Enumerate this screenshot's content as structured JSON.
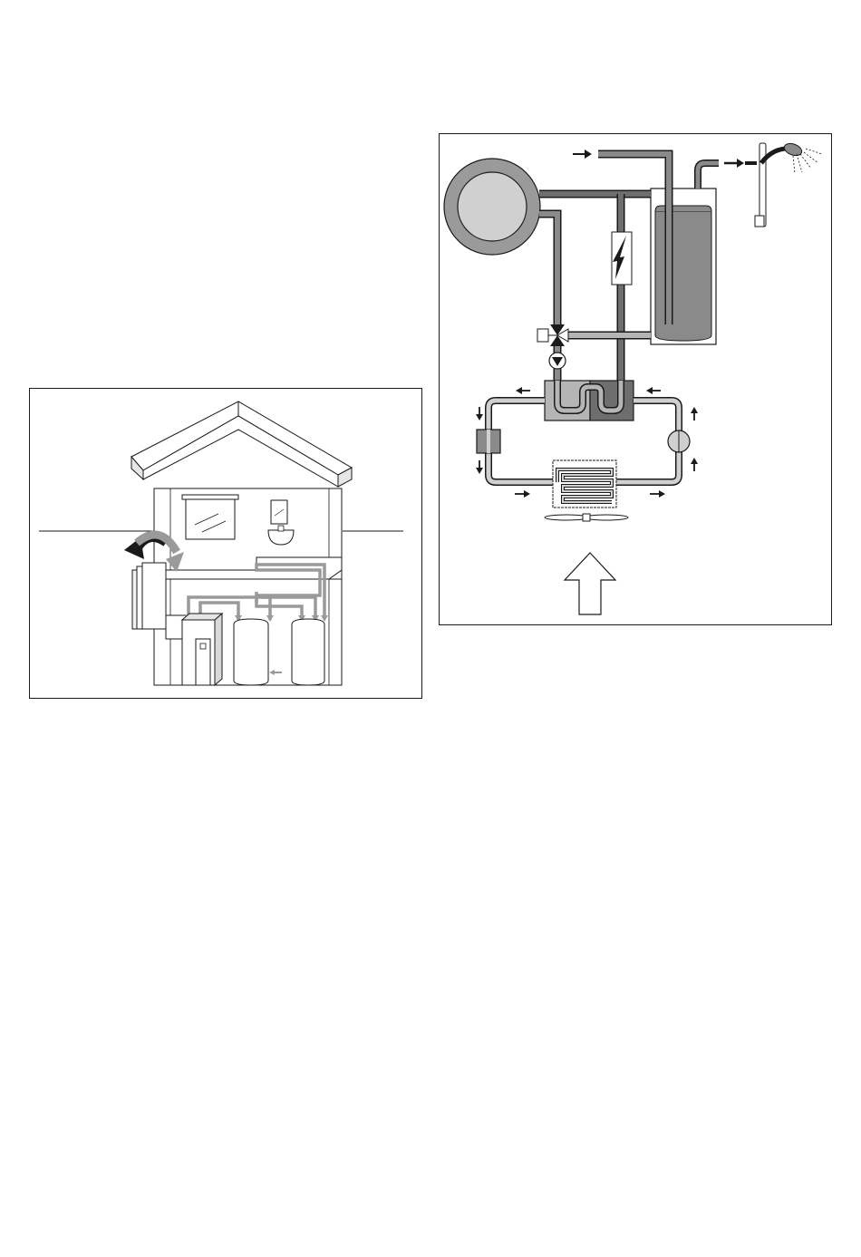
{
  "figures": [
    {
      "id": "fig-house",
      "kind": "house-installation-illustration"
    },
    {
      "id": "fig-system",
      "kind": "heat-pump-water-heater-schematic"
    }
  ],
  "icons": {
    "house": "house-icon",
    "roof": "roof-icon",
    "window": "window-icon",
    "washbasin": "washbasin-icon",
    "air-duct": "air-duct-icon",
    "air-flow-arrows": "air-flow-arrows-icon",
    "heat-pump-unit": "heat-pump-unit-icon",
    "storage-cylinder": "storage-cylinder-icon",
    "boiler": "boiler-icon",
    "cold-water-inlet-arrow": "arrow-right-icon",
    "shower-head": "shower-head-icon",
    "electric-heater": "lightning-icon",
    "three-way-valve": "valve-icon",
    "circulation-pump": "pump-icon",
    "heat-exchanger": "heat-exchanger-icon",
    "expansion-valve": "expansion-valve-icon",
    "compressor": "compressor-icon",
    "evaporator": "evaporator-icon",
    "fan": "fan-icon",
    "air-intake-arrow": "arrow-up-icon"
  },
  "colors": {
    "frame": "#1a1a1a",
    "pipe_dark": "#6e6e6e",
    "pipe_light": "#b5b5b5",
    "tank_fill": "#8a8a8a",
    "fill_light": "#d0d0d0",
    "fill_mid": "#9a9a9a",
    "arrow": "#1a1a1a"
  }
}
